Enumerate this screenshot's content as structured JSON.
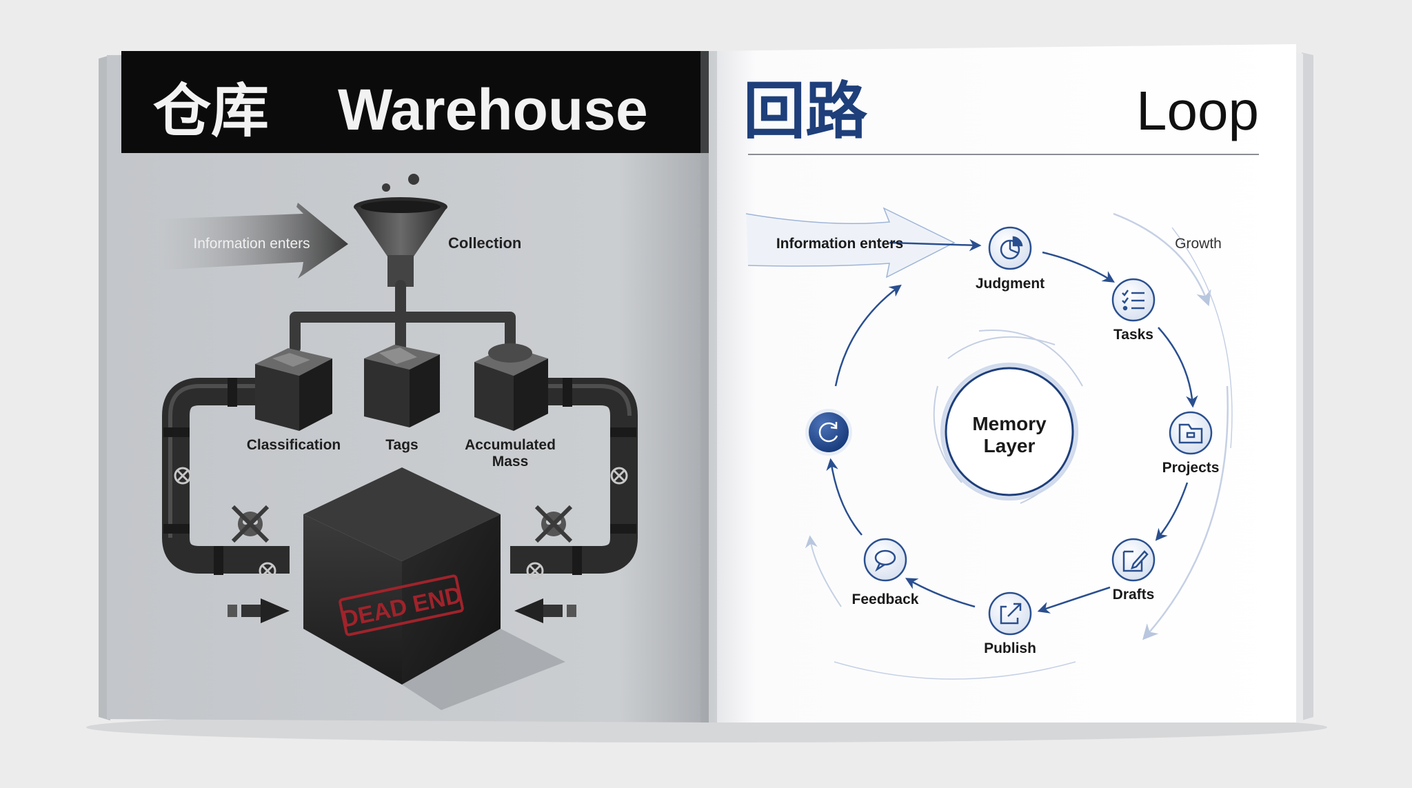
{
  "left_page": {
    "title_zh": "仓库",
    "title_en": "Warehouse",
    "info_enters": "Information enters",
    "collection": "Collection",
    "classification": "Classification",
    "tags": "Tags",
    "accumulated_line1": "Accumulated",
    "accumulated_line2": "Mass",
    "dead_end": "DEAD END"
  },
  "right_page": {
    "title_zh": "回路",
    "title_en": "Loop",
    "info_enters": "Information enters",
    "growth": "Growth",
    "memory_line1": "Memory",
    "memory_line2": "Layer",
    "nodes": {
      "judgment": "Judgment",
      "tasks": "Tasks",
      "projects": "Projects",
      "drafts": "Drafts",
      "publish": "Publish",
      "feedback": "Feedback"
    }
  },
  "colors": {
    "header_black": "#0b0b0b",
    "left_page_bg": "#c9cbce",
    "loop_blue": "#1e3f7a",
    "node_fill": "#e8eef8",
    "stamp_red": "#a0232b"
  },
  "icons": {
    "judgment": "pie-chart-icon",
    "tasks": "checklist-icon",
    "projects": "folder-icon",
    "drafts": "edit-document-icon",
    "publish": "external-link-icon",
    "feedback": "speech-bubble-icon",
    "loop_node": "refresh-icon"
  }
}
